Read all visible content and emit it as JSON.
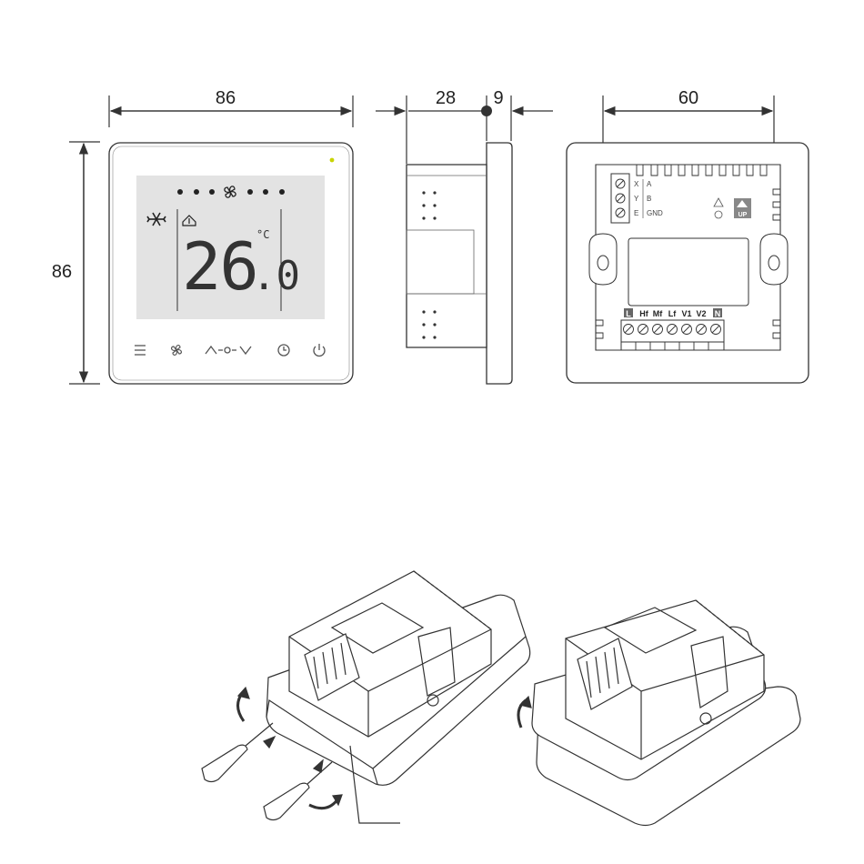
{
  "dimensions": {
    "front_width": "86",
    "front_height": "86",
    "side_depth": "28",
    "side_plate": "9",
    "back_hole_spacing": "60"
  },
  "lcd": {
    "temperature_int": "26",
    "temperature_dec": ".0",
    "unit": "°C",
    "fan_icon": "fan-icon",
    "mode_icon": "snowflake-icon"
  },
  "front_buttons": [
    {
      "icon": "menu-icon"
    },
    {
      "icon": "fan-icon"
    },
    {
      "icon": "up-down-arrows-icon"
    },
    {
      "icon": "clock-icon"
    },
    {
      "icon": "power-icon"
    }
  ],
  "back": {
    "comm_terminals": [
      "X",
      "Y",
      "E"
    ],
    "comm_labels": [
      "A",
      "B",
      "GND"
    ],
    "up_label": "UP",
    "power_terminals": [
      "L",
      "Hf",
      "Mf",
      "Lf",
      "V1",
      "V2",
      "N"
    ]
  },
  "colors": {
    "line": "#333333",
    "lcd_bg": "#e3e3e3",
    "led": "#c8d400"
  }
}
